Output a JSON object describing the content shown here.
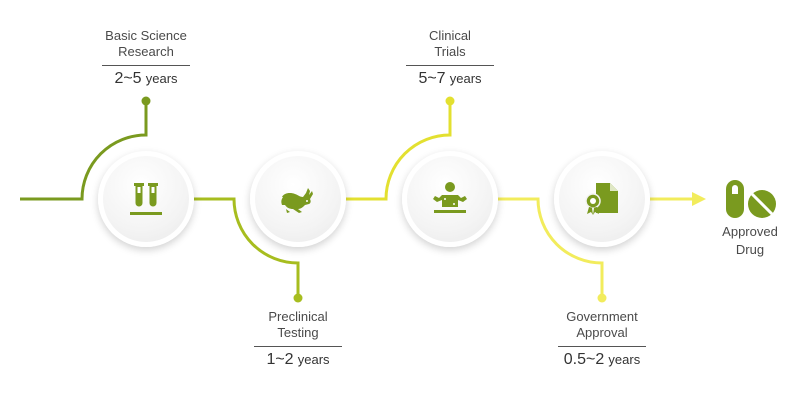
{
  "colors": {
    "green_dark": "#7a9a1f",
    "green_mid": "#a7bd1f",
    "yellow": "#e3e030",
    "yellow_light": "#f2ec5c",
    "icon": "#7a9a1f",
    "text": "#444444"
  },
  "stages": [
    {
      "title_line1": "Basic Science",
      "title_line2": "Research",
      "duration_value": "2~5",
      "duration_unit": "years",
      "icon": "test-tubes-icon",
      "position": "top"
    },
    {
      "title_line1": "Preclinical",
      "title_line2": "Testing",
      "duration_value": "1~2",
      "duration_unit": "years",
      "icon": "rabbit-icon",
      "position": "bottom"
    },
    {
      "title_line1": "Clinical",
      "title_line2": "Trials",
      "duration_value": "5~7",
      "duration_unit": "years",
      "icon": "patient-icon",
      "position": "top"
    },
    {
      "title_line1": "Government",
      "title_line2": "Approval",
      "duration_value": "0.5~2",
      "duration_unit": "years",
      "icon": "certificate-icon",
      "position": "bottom"
    }
  ],
  "final": {
    "title_line1": "Approved",
    "title_line2": "Drug",
    "icon": "pills-icon"
  }
}
